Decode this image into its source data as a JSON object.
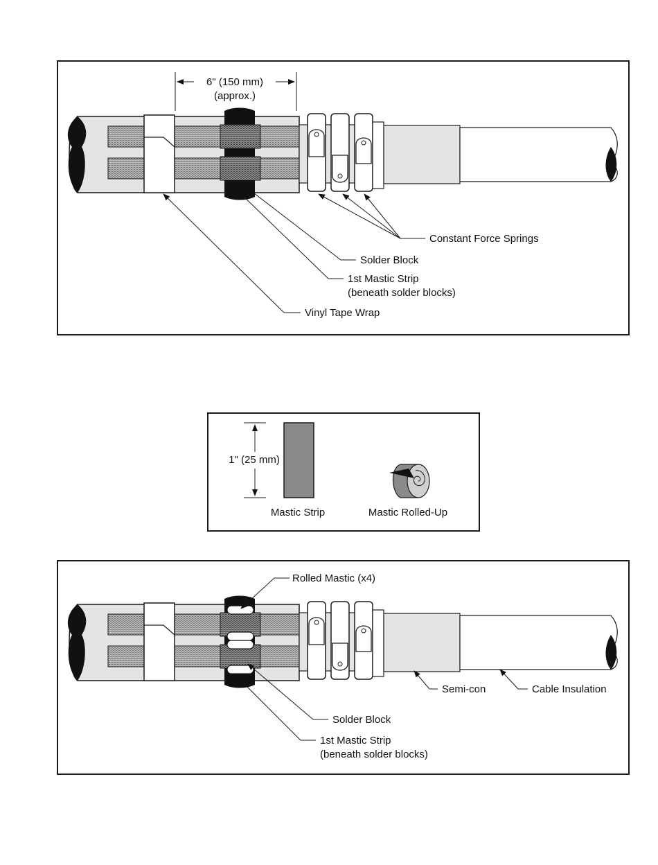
{
  "figure_top": {
    "dimension_line1": "6\" (150 mm)",
    "dimension_line2": "(approx.)",
    "label_springs": "Constant Force Springs",
    "label_solder_block": "Solder Block",
    "label_mastic_line1": "1st Mastic Strip",
    "label_mastic_line2": "(beneath solder blocks)",
    "label_vinyl": "Vinyl Tape Wrap"
  },
  "figure_mid": {
    "dimension": "1\" (25 mm)",
    "label_strip": "Mastic Strip",
    "label_rolled": "Mastic Rolled-Up"
  },
  "figure_bottom": {
    "label_rolled_mastic": "Rolled Mastic (x4)",
    "label_solder_block": "Solder Block",
    "label_mastic_line1": "1st Mastic Strip",
    "label_mastic_line2": "(beneath solder blocks)",
    "label_semicon": "Semi-con",
    "label_insulation": "Cable Insulation"
  },
  "colors": {
    "outline": "#1a1a1a",
    "cable_fill": "#e4e4e4",
    "braid_fill": "#bdbdbd",
    "mastic_fill": "#8a8a8a",
    "tape_fill": "#ffffff"
  }
}
